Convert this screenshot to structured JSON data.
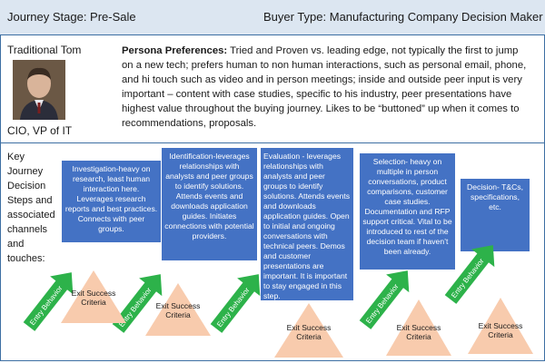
{
  "header": {
    "journey_stage": "Journey Stage: Pre-Sale",
    "buyer_type": "Buyer Type: Manufacturing Company Decision Maker"
  },
  "persona": {
    "name": "Traditional Tom",
    "role": "CIO, VP of IT",
    "pref_heading": "Persona Preferences:",
    "pref_text": " Tried and Proven vs. leading edge, not typically the first to jump on a new tech; prefers human to non human interactions, such as personal email, phone, and hi touch such as video and in person meetings; inside and outside peer input is very important – content with case studies, specific to his industry, peer presentations have highest value throughout the buying journey. Likes to be “buttoned” up when  it comes to recommendations, proposals."
  },
  "steps_label": "Key Journey Decision Steps and associated channels and touches:",
  "steps": [
    {
      "text": "Investigation-heavy on research, least human interaction here. Leverages research reports and best practices. Connects with peer groups."
    },
    {
      "text": "Identification-leverages relationships with analysts and peer groups to identify solutions. Attends events and downloads application guides. Initiates connections with potential providers."
    },
    {
      "text": "Evaluation - leverages relationships with analysts and peer groups to identify solutions. Attends events and downloads application guides. Open to initial and ongoing conversations with technical peers. Demos  and customer presentations are important. It is important to stay engaged in this step."
    },
    {
      "text": "Selection- heavy on multiple in person conversations, product comparisons, customer case studies. Documentation and RFP support critical.  Vital to be introduced to rest of the decision team if haven’t been already."
    },
    {
      "text": "Decision- T&Cs, specifications, etc."
    }
  ],
  "entry_behavior_label": "Entry Behavior",
  "exit_label": "Exit Success Criteria",
  "colors": {
    "box_blue": "#4472c4",
    "arrow_green": "#2db24a",
    "triangle_peach": "#f8cbad",
    "header_bg": "#dce6f1"
  }
}
